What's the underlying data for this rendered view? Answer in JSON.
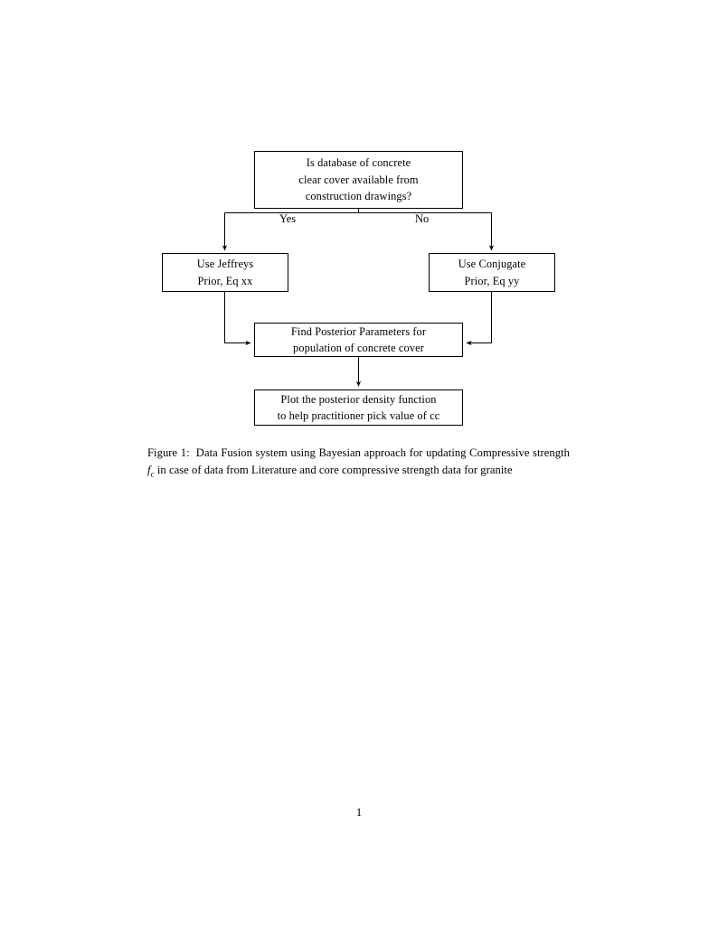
{
  "document": {
    "page_number": "1"
  },
  "figure": {
    "nodes": {
      "decision": {
        "id": "decision",
        "lines": [
          "Is database of concrete",
          "clear cover available from",
          "construction drawings?"
        ]
      },
      "jeffreys": {
        "id": "jeffreys",
        "lines": [
          "Use Jeffreys",
          "Prior, Eq xx"
        ]
      },
      "conjugate": {
        "id": "conjugate",
        "lines": [
          "Use Conjugate",
          "Prior, Eq yy"
        ]
      },
      "posterior": {
        "id": "posterior",
        "lines": [
          "Find Posterior Parameters for",
          "population of concrete cover"
        ]
      },
      "plot": {
        "id": "plot",
        "lines": [
          "Plot the posterior density function",
          "to help practitioner pick value of cc"
        ]
      }
    },
    "branches": {
      "yes": "Yes",
      "no": "No"
    },
    "style": {
      "stroke": "#000000",
      "fill": "#ffffff",
      "stroke_width": 1
    }
  },
  "caption": {
    "label": "Figure 1:",
    "text_before_math": "Data Fusion system using Bayesian approach for updating Compressive strength",
    "math_base": "f",
    "math_sub": "c",
    "text_after_math": "in case of data from Literature and core compressive strength data for granite"
  }
}
